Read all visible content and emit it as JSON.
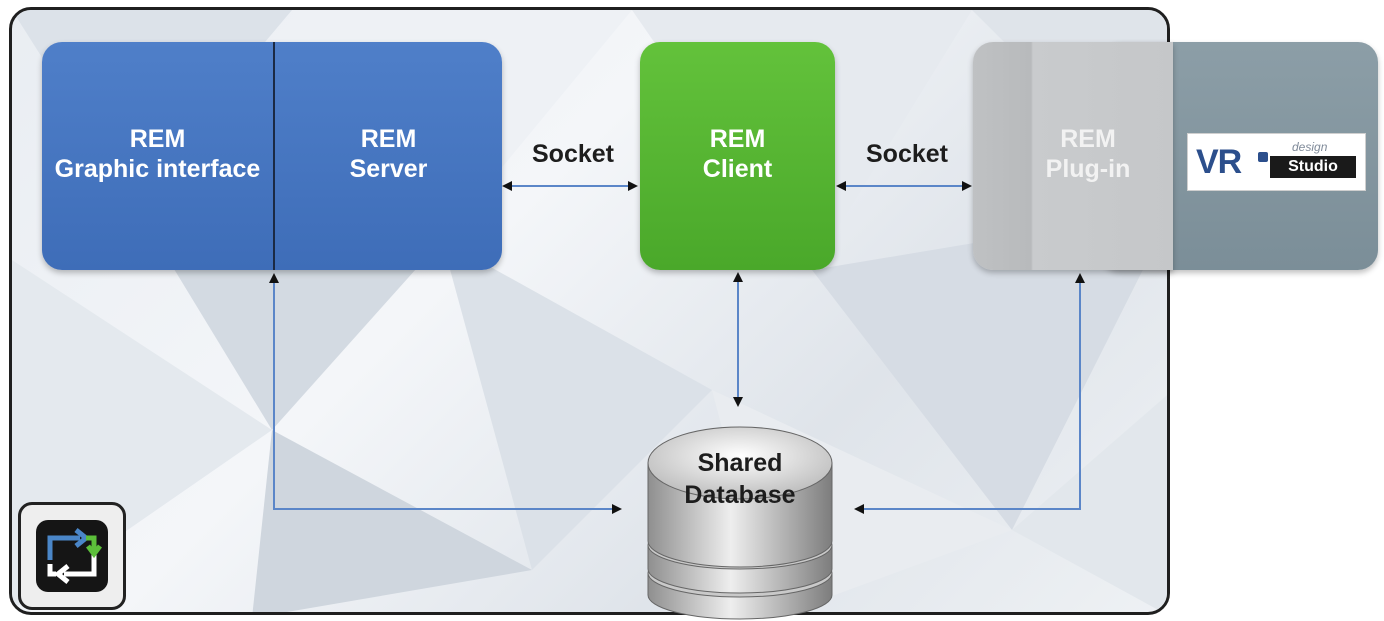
{
  "boxes": {
    "gui": {
      "line1": "REM",
      "line2": "Graphic interface"
    },
    "server": {
      "line1": "REM",
      "line2": "Server"
    },
    "client": {
      "line1": "REM",
      "line2": "Client"
    },
    "plugin": {
      "line1": "REM",
      "line2": "Plug-in"
    }
  },
  "connections": {
    "socket_left": "Socket",
    "socket_right": "Socket"
  },
  "database": {
    "line1": "Shared",
    "line2": "Database"
  },
  "vr_logo": {
    "vr": "VR",
    "design": "design",
    "studio": "Studio"
  },
  "colors": {
    "server_blue": "#3e6db8",
    "client_green": "#4aa82a",
    "plugin_grey": "#c5c7c9",
    "vr_panel": "#7b8e98",
    "arrow_line": "#5b86c8"
  },
  "icons": {
    "app_icon": "sync-arrows-icon"
  }
}
